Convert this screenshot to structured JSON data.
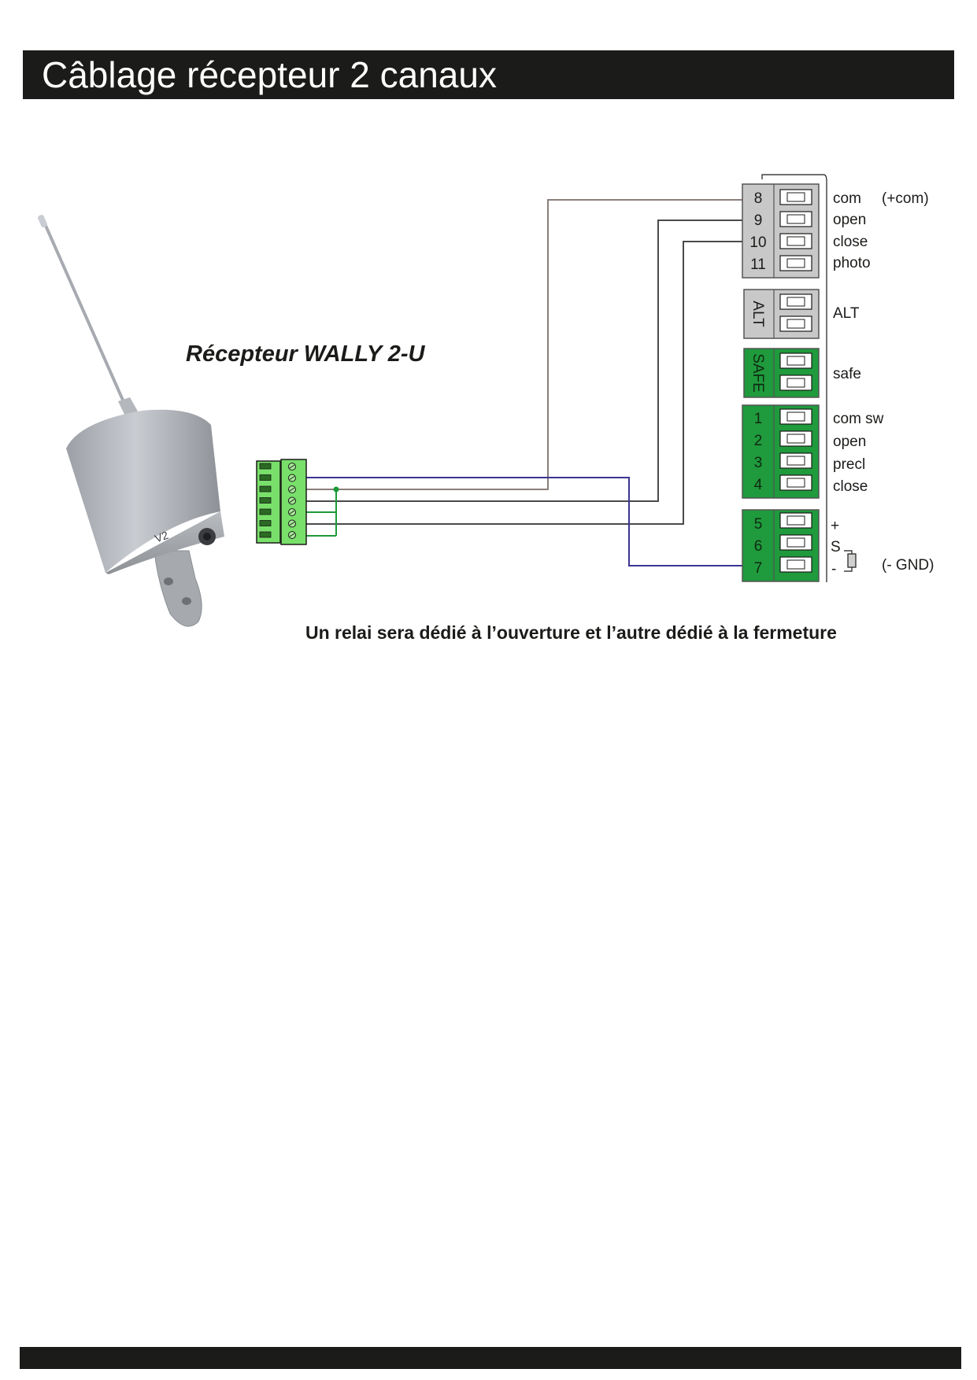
{
  "header": {
    "title": "Câblage récepteur 2 canaux"
  },
  "receiver": {
    "title": "Récepteur WALLY 2-U"
  },
  "caption": "Un relai sera dédié à l’ouverture et l’autre dédié à la fermeture",
  "blocks": {
    "top": {
      "terminals": [
        {
          "num": "8",
          "label": "com",
          "note": "(+com)"
        },
        {
          "num": "9",
          "label": "open"
        },
        {
          "num": "10",
          "label": "close"
        },
        {
          "num": "11",
          "label": "photo"
        }
      ]
    },
    "alt": {
      "name": "ALT",
      "label": "ALT"
    },
    "safe": {
      "name": "SAFE",
      "label": "safe"
    },
    "sw": {
      "terminals": [
        {
          "num": "1",
          "label": "com sw"
        },
        {
          "num": "2",
          "label": "open"
        },
        {
          "num": "3",
          "label": "precl"
        },
        {
          "num": "4",
          "label": "close"
        }
      ]
    },
    "power": {
      "terminals": [
        {
          "num": "5",
          "label": "+"
        },
        {
          "num": "6",
          "label": "S"
        },
        {
          "num": "7",
          "label": "-",
          "note": "(- GND)"
        }
      ]
    }
  },
  "colors": {
    "header_bg": "#1b1b19",
    "block_gray": "#c8c8c8",
    "block_green": "#1f9a3c",
    "connector_green": "#78e06a",
    "wire_gray": "#8a7f7a",
    "wire_dark": "#4a4a4a",
    "wire_blue": "#3a3592",
    "wire_green": "#1c9a38"
  }
}
